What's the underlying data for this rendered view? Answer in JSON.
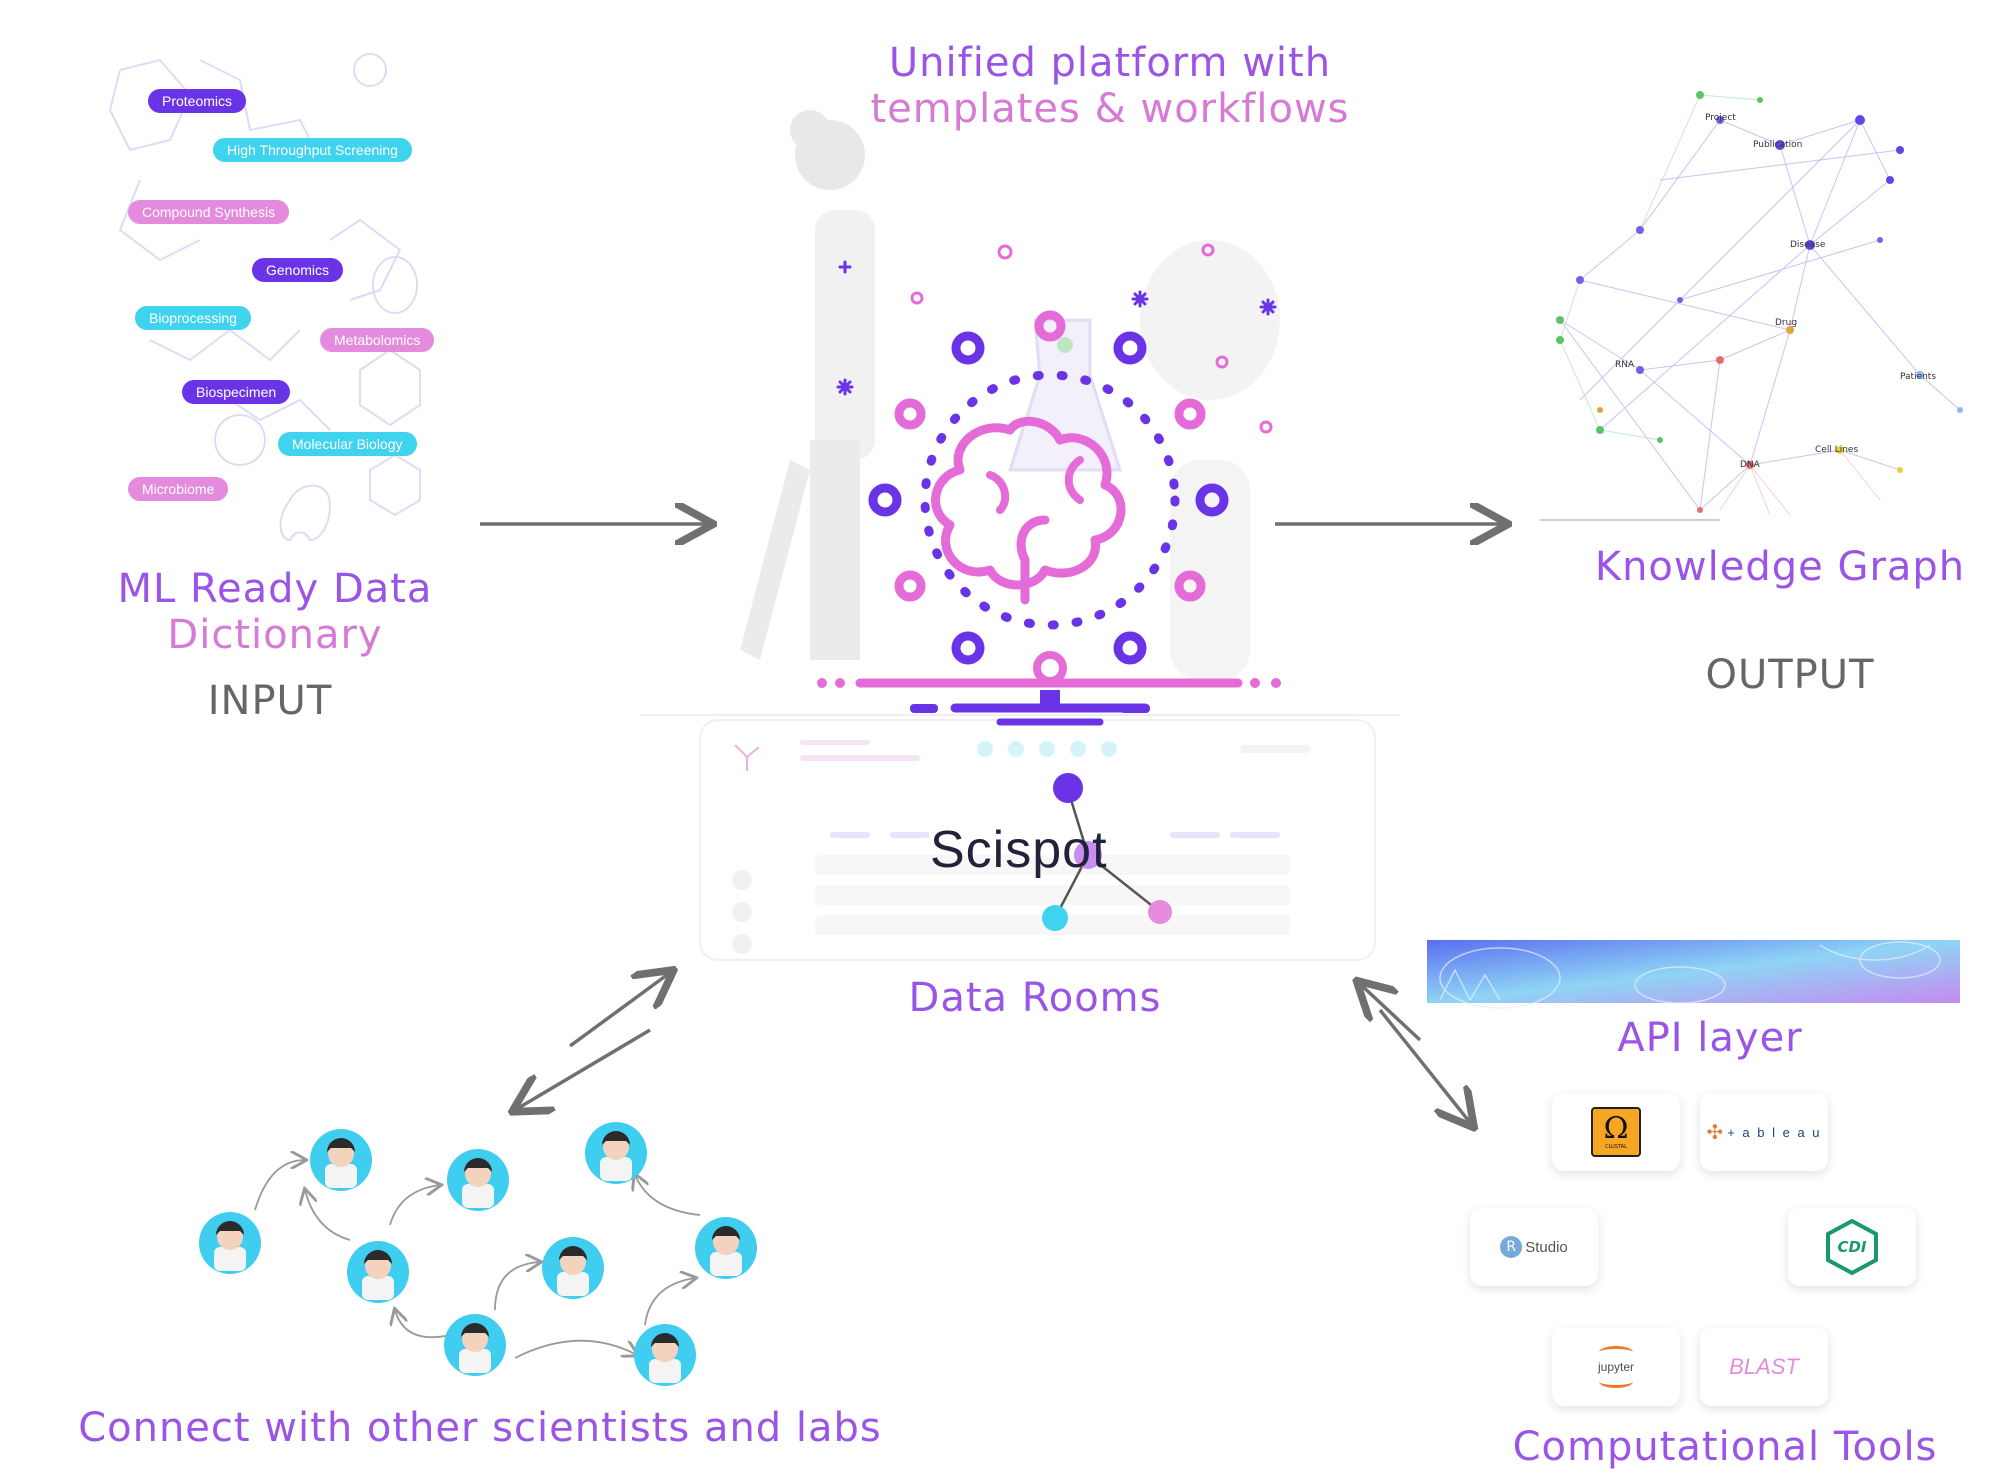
{
  "header": {
    "line1": "Unified platform with",
    "line2": "templates & workflows"
  },
  "input": {
    "title_line1": "ML Ready Data",
    "title_line2": "Dictionary",
    "label": "INPUT",
    "tags": [
      "Proteomics",
      "High Throughput Screening",
      "Compound Synthesis",
      "Genomics",
      "Bioprocessing",
      "Metabolomics",
      "Biospecimen",
      "Molecular Biology",
      "Microbiome"
    ]
  },
  "output": {
    "title": "Knowledge Graph",
    "label": "OUTPUT",
    "node_labels": [
      "Project",
      "Publication",
      "Disease",
      "Drug",
      "RNA",
      "Patients",
      "Cell Lines",
      "DNA"
    ]
  },
  "center": {
    "brand": "Scispot",
    "label": "Data Rooms"
  },
  "api": {
    "title": "API layer"
  },
  "tools": {
    "title": "Computational Tools",
    "clustal": "CLUSTAL",
    "tableau": "+ a b l e a u",
    "rstudio": "Studio",
    "rstudio_letter": "R",
    "jupyter": "jupyter",
    "blast": "BLAST",
    "cdi": "CDI"
  },
  "network": {
    "title": "Connect with other scientists and labs"
  },
  "colors": {
    "purple": "#9b55e6",
    "pink": "#d77ad6",
    "violet": "#6a34e6",
    "cyan": "#3fd3ef",
    "magenta": "#e48bde"
  }
}
